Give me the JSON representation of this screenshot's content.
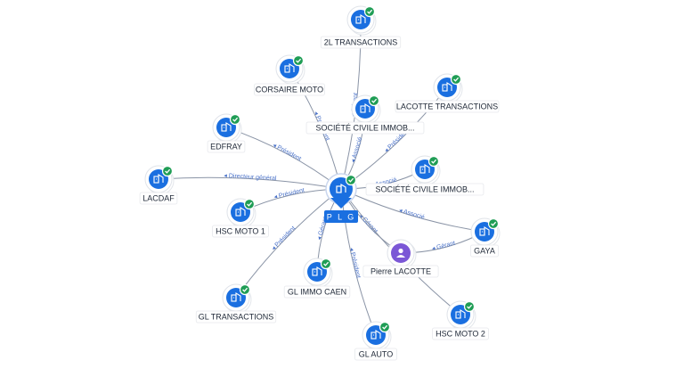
{
  "center": {
    "label": "P L G",
    "icon": "company-icon",
    "verified": true,
    "color": "#1a6fe0"
  },
  "nodes": [
    {
      "id": "2l",
      "label": "2L TRANSACTIONS",
      "type": "company",
      "verified": true
    },
    {
      "id": "corsaire",
      "label": "CORSAIRE MOTO",
      "type": "company",
      "verified": true
    },
    {
      "id": "lacotte-tr",
      "label": "LACOTTE TRANSACTIONS",
      "type": "company",
      "verified": true
    },
    {
      "id": "sci1",
      "label": "SOCIÉTÉ CIVILE IMMOB...",
      "type": "company",
      "verified": true
    },
    {
      "id": "edfray",
      "label": "EDFRAY",
      "type": "company",
      "verified": true
    },
    {
      "id": "sci2",
      "label": "SOCIÉTÉ CIVILE IMMOB...",
      "type": "company",
      "verified": true
    },
    {
      "id": "lacdaf",
      "label": "LACDAF",
      "type": "company",
      "verified": true
    },
    {
      "id": "hsc1",
      "label": "HSC MOTO 1",
      "type": "company",
      "verified": true
    },
    {
      "id": "gaya",
      "label": "GAYA",
      "type": "company",
      "verified": true
    },
    {
      "id": "pierre",
      "label": "Pierre LACOTTE",
      "type": "person",
      "verified": false
    },
    {
      "id": "glimmo",
      "label": "GL IMMO CAEN",
      "type": "company",
      "verified": true
    },
    {
      "id": "gltr",
      "label": "GL TRANSACTIONS",
      "type": "company",
      "verified": true
    },
    {
      "id": "hsc2",
      "label": "HSC MOTO 2",
      "type": "company",
      "verified": true
    },
    {
      "id": "glauto",
      "label": "GL AUTO",
      "type": "company",
      "verified": true
    }
  ],
  "edges": [
    {
      "to": "2l",
      "label": "Gérant"
    },
    {
      "to": "corsaire",
      "label": "Président"
    },
    {
      "to": "sci1",
      "label": "Associé"
    },
    {
      "to": "lacotte-tr",
      "label": "Président"
    },
    {
      "to": "edfray",
      "label": "Président"
    },
    {
      "to": "sci2",
      "label": "Associé"
    },
    {
      "to": "lacdaf",
      "label": "Directeur général"
    },
    {
      "to": "hsc1",
      "label": "Président"
    },
    {
      "to": "gaya",
      "label": "Associé"
    },
    {
      "to": "pierre",
      "label": "Gérant"
    },
    {
      "to": "glimmo",
      "label": "Gérant"
    },
    {
      "to": "gltr",
      "label": "Président"
    },
    {
      "to": "glauto",
      "label": "Président"
    },
    {
      "to": "hsc2",
      "label": ""
    },
    {
      "from": "pierre",
      "to": "gaya",
      "label": "Gérant"
    }
  ],
  "colors": {
    "company": "#1a6fe0",
    "person": "#7b57d6",
    "verified": "#1f9d55",
    "edge": "#8a94a6",
    "edge_label": "#4a72c9"
  }
}
